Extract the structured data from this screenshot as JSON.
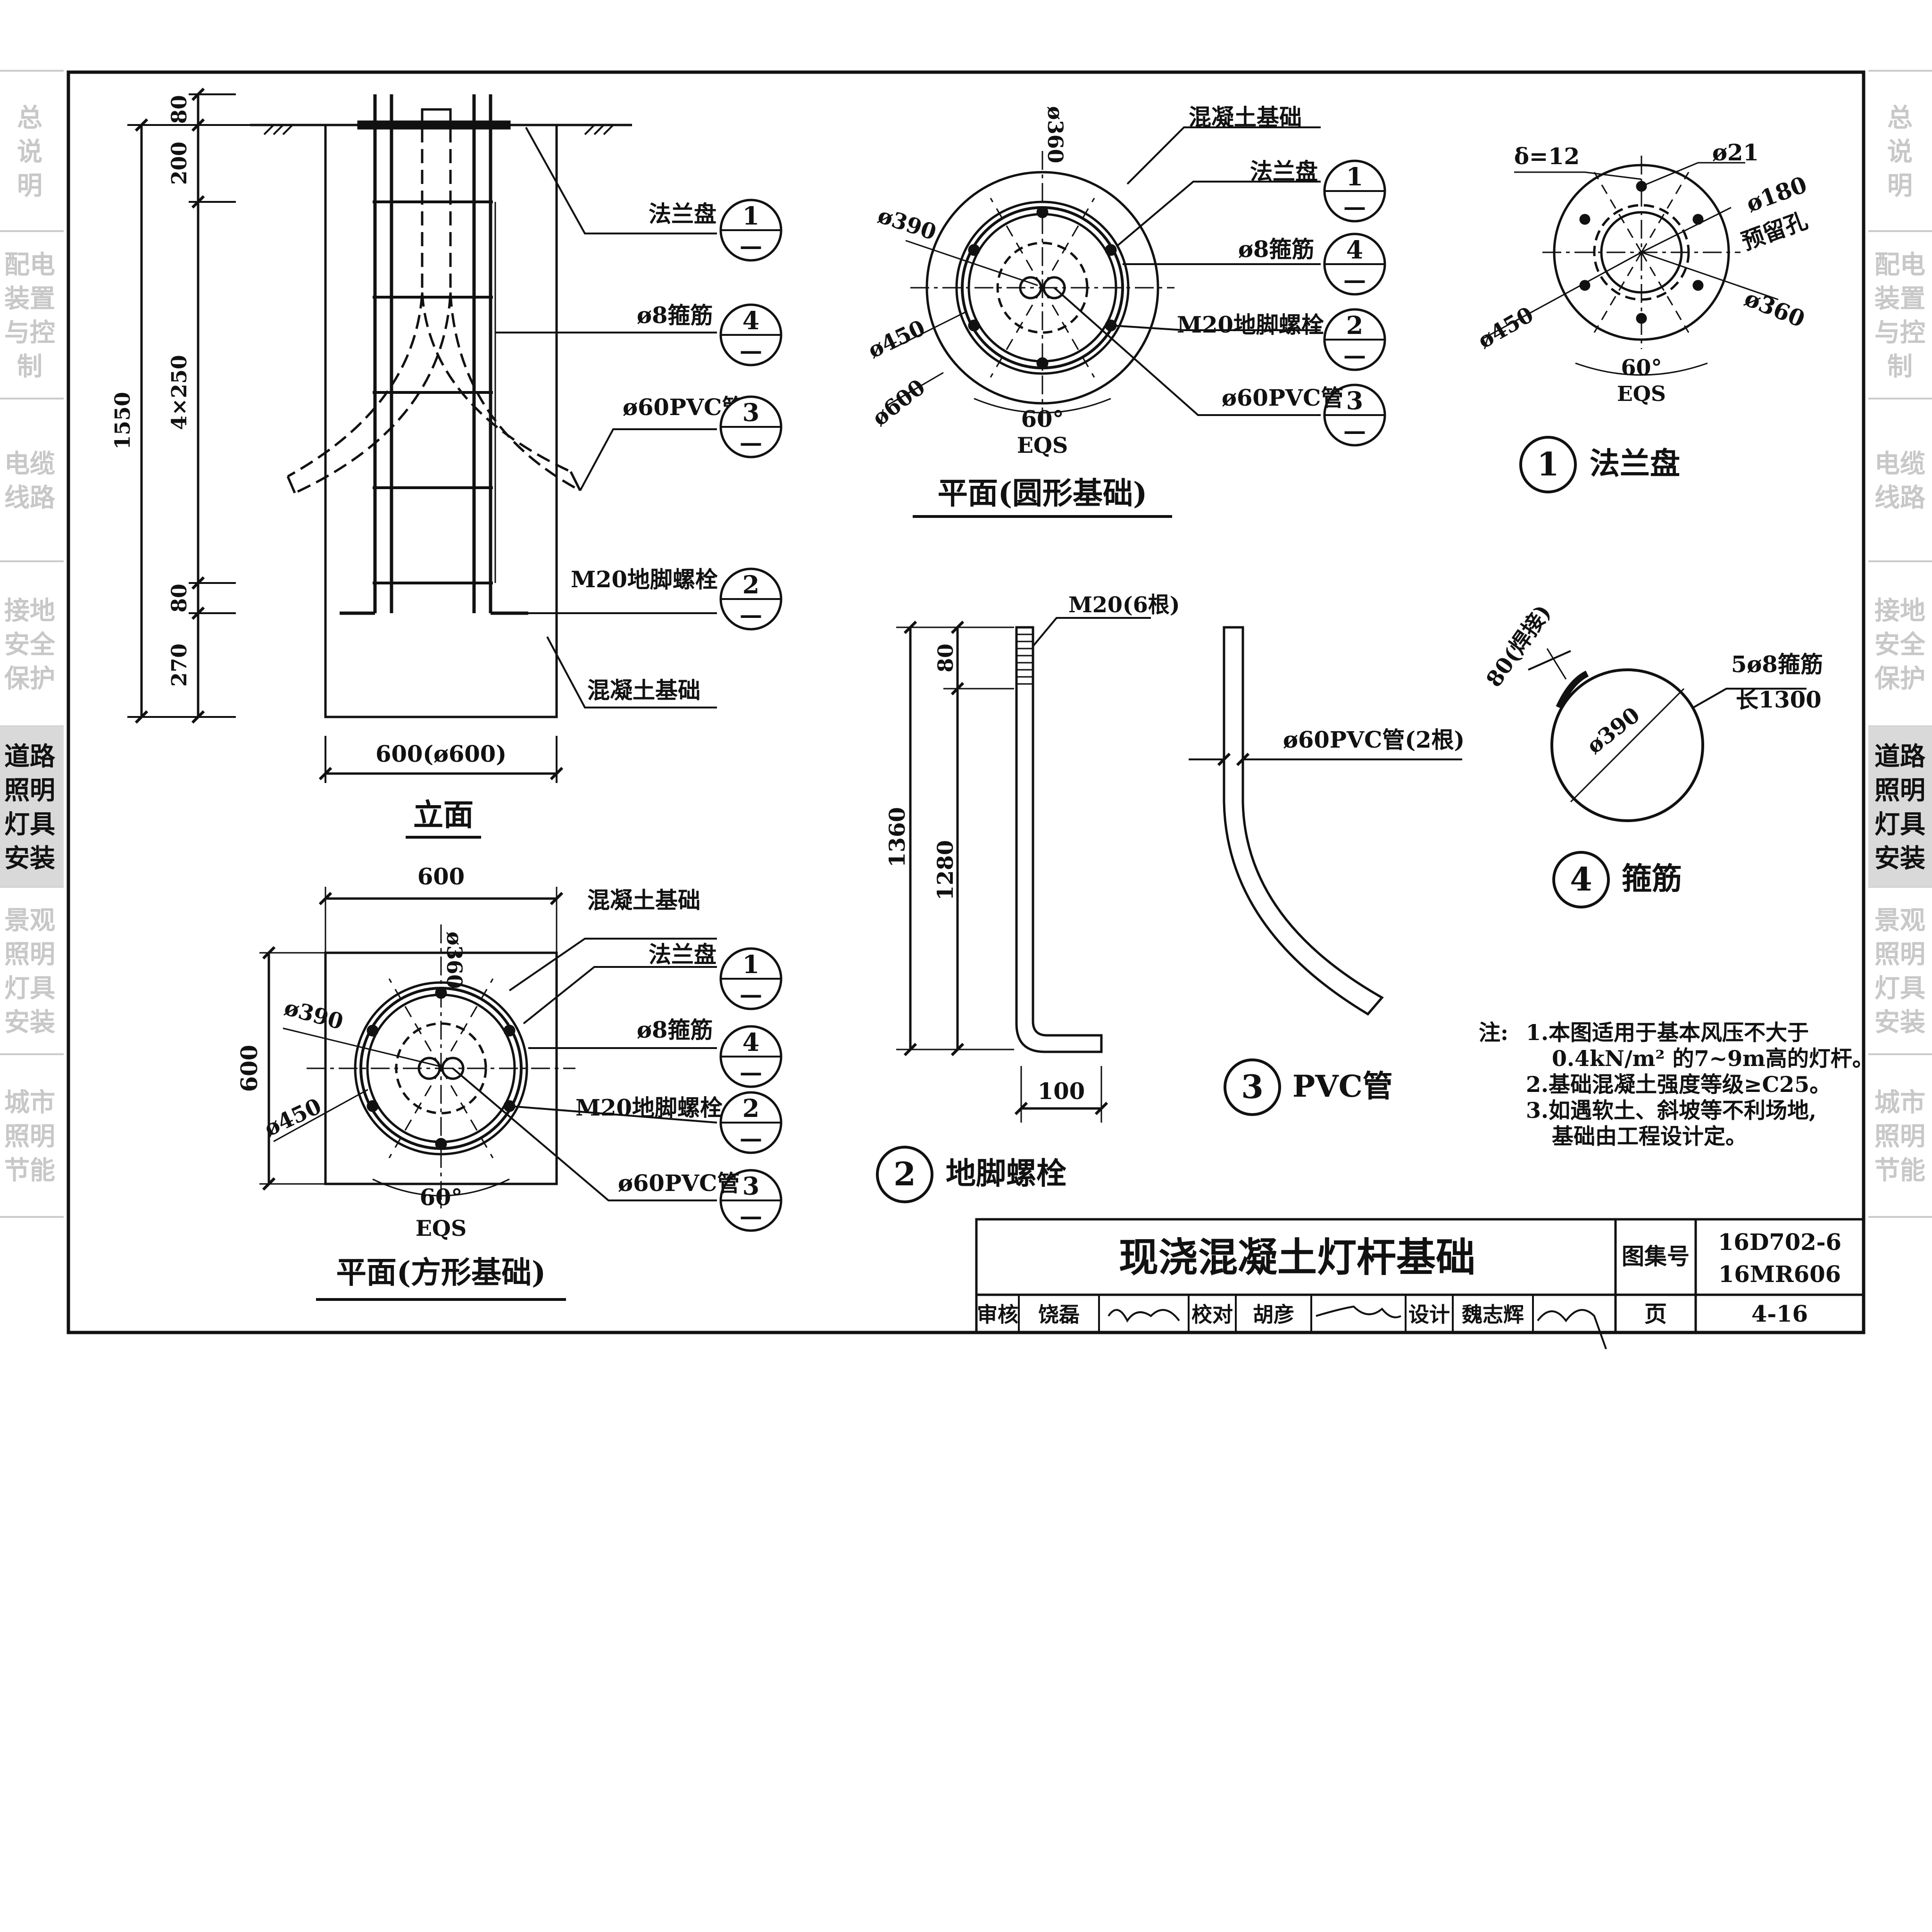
{
  "side_tabs": [
    {
      "label": "总说明",
      "lines": [
        "总",
        "说",
        "明"
      ],
      "active": false
    },
    {
      "label": "配电装置与控制",
      "lines": [
        "配电",
        "装置",
        "与控",
        "制"
      ],
      "active": false
    },
    {
      "label": "电缆线路",
      "lines": [
        "电缆",
        "线路"
      ],
      "active": false
    },
    {
      "label": "接地安全保护",
      "lines": [
        "接地",
        "安全",
        "保护"
      ],
      "active": false
    },
    {
      "label": "道路照明灯具安装",
      "lines": [
        "道路",
        "照明",
        "灯具",
        "安装"
      ],
      "active": true
    },
    {
      "label": "景观照明灯具安装",
      "lines": [
        "景观",
        "照明",
        "灯具",
        "安装"
      ],
      "active": false
    },
    {
      "label": "城市照明节能",
      "lines": [
        "城市",
        "照明",
        "节能"
      ],
      "active": false
    }
  ],
  "parts": {
    "flange": {
      "name": "法兰盘",
      "num": "1",
      "den": "—"
    },
    "anchor_bolt": {
      "name": "M20地脚螺栓",
      "num": "2",
      "den": "—"
    },
    "pvc_pipe": {
      "name": "ø60PVC管",
      "num": "3",
      "den": "—"
    },
    "stirrup": {
      "name": "ø8箍筋",
      "num": "4",
      "den": "—"
    },
    "concrete": {
      "name": "混凝土基础"
    }
  },
  "elevation": {
    "title": "立面",
    "dims": {
      "d80_top": "80",
      "d200": "200",
      "d4x250": "4×250",
      "d1550": "1550",
      "d80_bot": "80",
      "d270": "270",
      "width": "600(ø600)"
    }
  },
  "plan_square": {
    "title": "平面(方形基础)",
    "dims": {
      "width": "600",
      "height": "600",
      "d360": "ø360",
      "d390": "ø390",
      "d450": "ø450",
      "angle": "60°",
      "eqs": "EQS"
    }
  },
  "plan_round": {
    "title": "平面(圆形基础)",
    "dims": {
      "d360": "ø360",
      "d390": "ø390",
      "d450": "ø450",
      "d600": "ø600",
      "angle": "60°",
      "eqs": "EQS"
    }
  },
  "detail_flange": {
    "title": "法兰盘",
    "num": "1",
    "dims": {
      "delta": "δ=12",
      "d21": "ø21",
      "d180": "ø180",
      "reserved": "预留孔",
      "d360": "ø360",
      "d450": "ø450",
      "angle": "60°",
      "eqs": "EQS"
    }
  },
  "detail_bolt": {
    "title": "地脚螺栓",
    "num": "2",
    "dims": {
      "label": "M20(6根)",
      "d80": "80",
      "d1360": "1360",
      "d1280": "1280",
      "d100": "100"
    }
  },
  "detail_pvc": {
    "title": "PVC管",
    "num": "3",
    "label": "ø60PVC管(2根)"
  },
  "detail_stirrup": {
    "title": "箍筋",
    "num": "4",
    "dims": {
      "weld": "80(焊接)",
      "d390": "ø390",
      "count": "5ø8箍筋",
      "length": "长1300"
    }
  },
  "notes": {
    "head": "注:",
    "lines": [
      "1.本图适用于基本风压不大于",
      "0.4kN/m² 的7~9m高的灯杆。",
      "2.基础混凝土强度等级≥C25。",
      "3.如遇软土、斜坡等不利场地,",
      "基础由工程设计定。"
    ]
  },
  "title_block": {
    "title": "现浇混凝土灯杆基础",
    "atlas_label": "图集号",
    "atlas_no_1": "16D702-6",
    "atlas_no_2": "16MR606",
    "review_label": "审核",
    "reviewer": "饶磊",
    "check_label": "校对",
    "checker": "胡彦",
    "design_label": "设计",
    "designer": "魏志辉",
    "page_label": "页",
    "page_no": "4-16"
  }
}
